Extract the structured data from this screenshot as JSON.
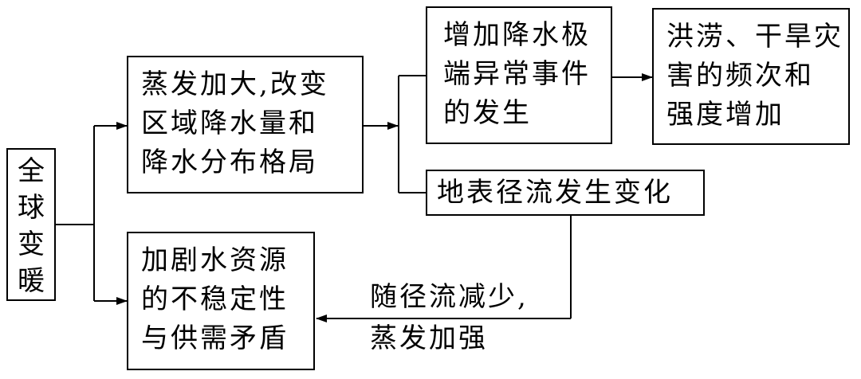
{
  "nodes": {
    "global_warming": "全\n球\n变\n暖",
    "evaporation": "蒸发加大,改变\n区域降水量和\n降水分布格局",
    "extreme_events": "增加降水极\n端异常事件\n的发生",
    "flood_drought": "洪涝、干旱灾\n害的频次和\n强度增加",
    "runoff_change": "地表径流发生变化",
    "water_resources": "加剧水资源\n的不稳定性\n与供需矛盾"
  },
  "edge_labels": {
    "runoff_to_water": "随径流减少,\n蒸发加强"
  },
  "colors": {
    "stroke": "#000000",
    "background": "#ffffff"
  }
}
